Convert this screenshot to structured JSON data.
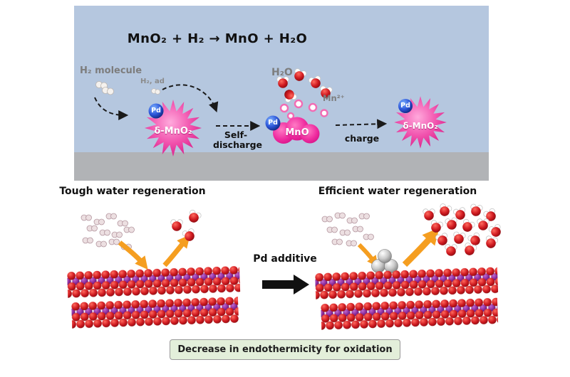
{
  "top_panel": {
    "equation": "MnO₂ + H₂ → MnO + H₂O",
    "h2_molecule": "H₂ molecule",
    "h2_adsorbed": "H₂, ad",
    "delta_mno2": "δ-MnO₂",
    "pd": "Pd",
    "self_discharge": "Self-discharge",
    "h2o": "H₂O",
    "mn_ion": "Mn²⁺",
    "mno": "MnO",
    "charge": "charge"
  },
  "bottom_panel": {
    "left_title": "Tough water regeneration",
    "right_title": "Efficient water regeneration",
    "pd_additive": "Pd additive",
    "caption": "Decrease in endothermicity for oxidation"
  },
  "colors": {
    "sky_background": "#b5c7df",
    "ground": "#b1b3b6",
    "mno2_star_pink": "#e3268e",
    "pd_blue": "#1d3fbf",
    "mno_magenta": "#ef2da0",
    "oxygen_red": "#c4161c",
    "mn_purple": "#7b2d8b",
    "pd_metal_gray": "#c9c9c9",
    "arrow_orange": "#f59e20",
    "caption_green": "#e3efda"
  }
}
